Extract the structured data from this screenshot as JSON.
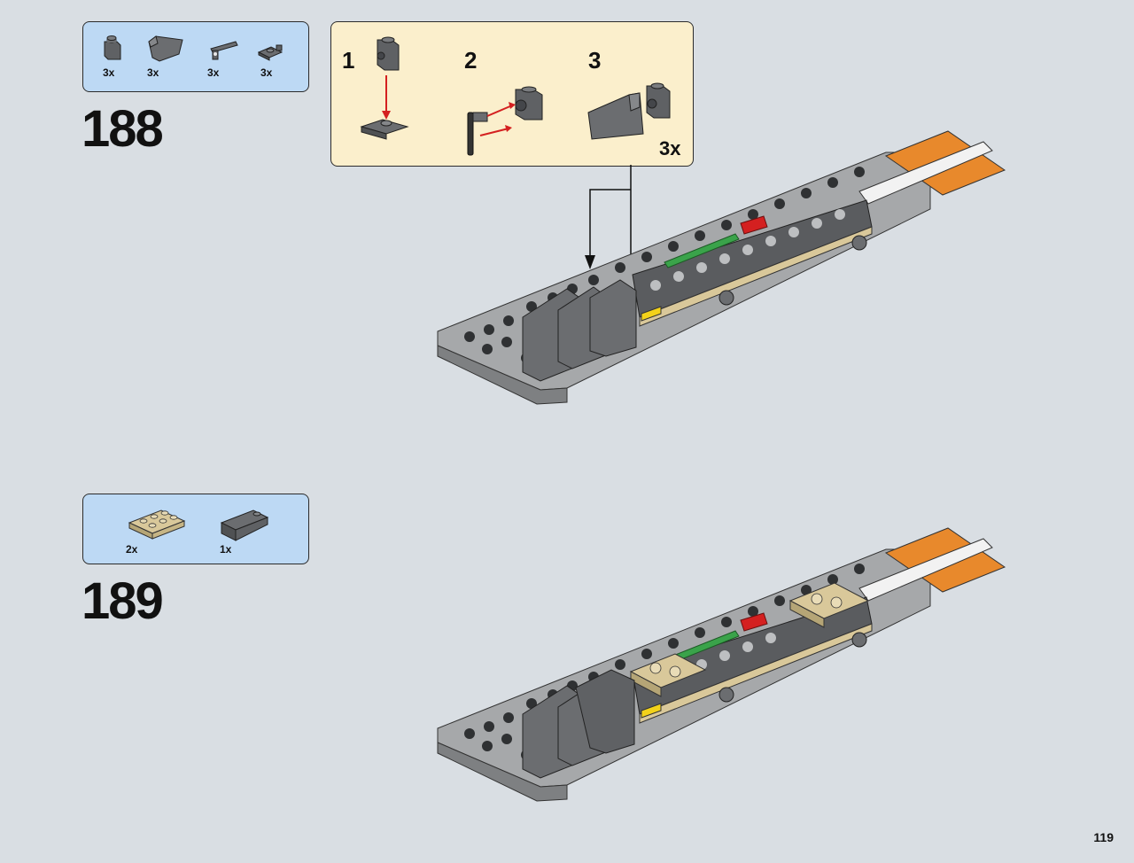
{
  "colors": {
    "background": "#d9dee3",
    "parts_box": "#bdd9f4",
    "subassembly_box": "#fbefcc",
    "dark_gray": "#6b6d70",
    "light_gray": "#a6a8aa",
    "orange": "#e8892c",
    "tan": "#d9c89a",
    "green": "#3aa34a",
    "red": "#d42020",
    "yellow": "#f3d21a"
  },
  "steps": [
    {
      "number": "188",
      "parts": [
        {
          "icon": "dark-gray-bracket-brick-icon",
          "qty": "3x"
        },
        {
          "icon": "dark-gray-panel-icon",
          "qty": "3x"
        },
        {
          "icon": "dark-gray-bar-holder-icon",
          "qty": "3x"
        },
        {
          "icon": "dark-gray-clip-plate-icon",
          "qty": "3x"
        }
      ],
      "subassembly": {
        "steps": [
          {
            "number": "1"
          },
          {
            "number": "2"
          },
          {
            "number": "3",
            "multiplier": "3x"
          }
        ]
      }
    },
    {
      "number": "189",
      "parts": [
        {
          "icon": "tan-plate-2x3-icon",
          "qty": "2x"
        },
        {
          "icon": "dark-gray-slope-icon",
          "qty": "1x"
        }
      ]
    }
  ],
  "page_number": "119"
}
